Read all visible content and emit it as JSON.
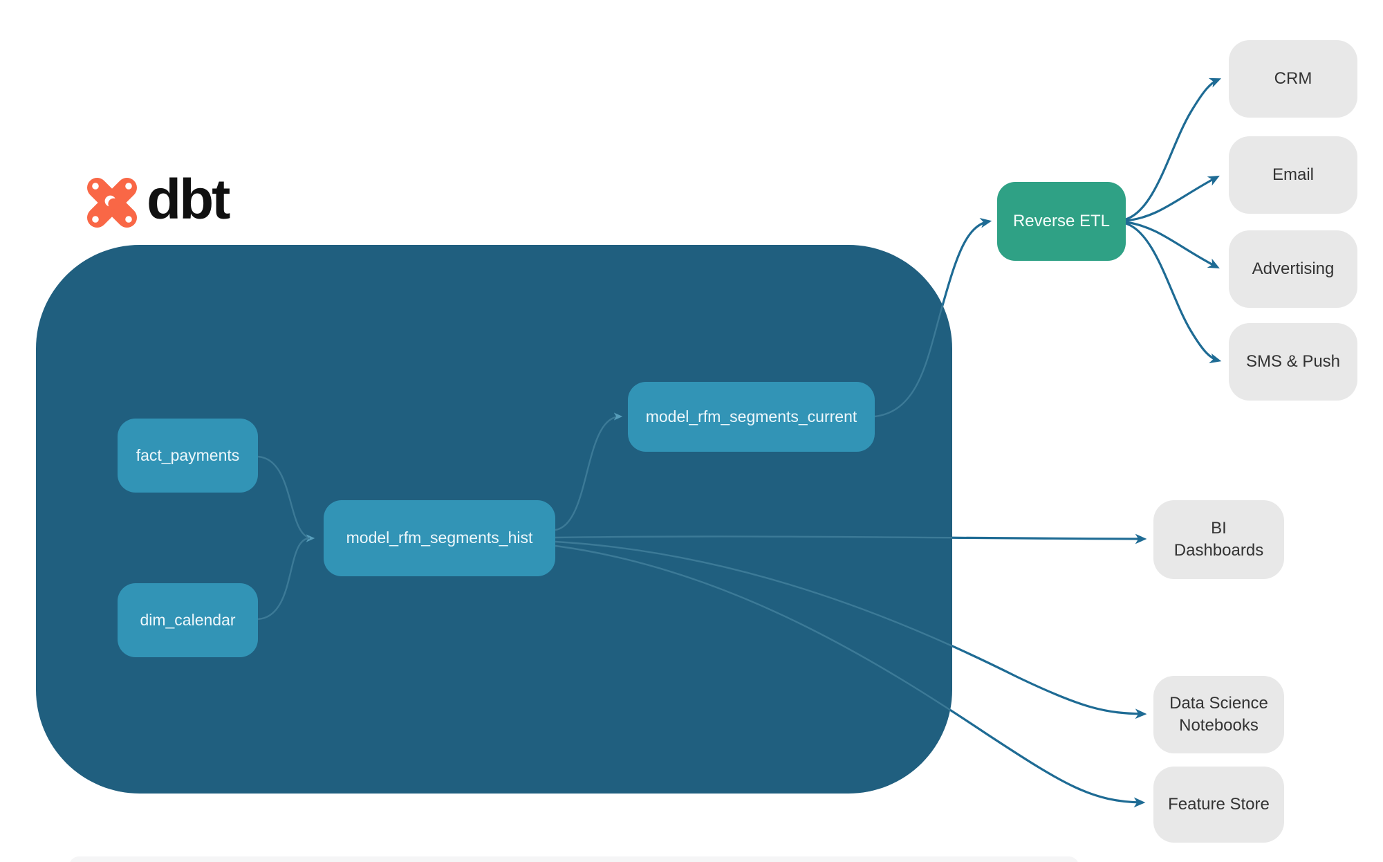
{
  "brand": {
    "name": "dbt"
  },
  "colors": {
    "warehouse_container": "#205F7F",
    "node_teal": "#3294B6",
    "node_green": "#2FA185",
    "node_gray": "#E8E8E8",
    "edge_outer": "#1E6B94",
    "edge_inner": "#3C7A97",
    "logo_orange": "#F96746"
  },
  "nodes": {
    "fact_payments": {
      "label": "fact_payments"
    },
    "dim_calendar": {
      "label": "dim_calendar"
    },
    "model_rfm_segments_hist": {
      "label": "model_rfm_segments_hist"
    },
    "model_rfm_segments_current": {
      "label": "model_rfm_segments_current"
    },
    "reverse_etl": {
      "label": "Reverse ETL"
    },
    "crm": {
      "label": "CRM"
    },
    "email": {
      "label": "Email"
    },
    "advertising": {
      "label": "Advertising"
    },
    "sms_push": {
      "label": "SMS & Push"
    },
    "bi_dashboards": {
      "label": "BI Dashboards"
    },
    "data_science_notebooks": {
      "label": "Data Science Notebooks"
    },
    "feature_store": {
      "label": "Feature Store"
    }
  },
  "edges": [
    {
      "from": "fact_payments",
      "to": "model_rfm_segments_hist"
    },
    {
      "from": "dim_calendar",
      "to": "model_rfm_segments_hist"
    },
    {
      "from": "model_rfm_segments_hist",
      "to": "model_rfm_segments_current"
    },
    {
      "from": "model_rfm_segments_current",
      "to": "reverse_etl"
    },
    {
      "from": "reverse_etl",
      "to": "crm"
    },
    {
      "from": "reverse_etl",
      "to": "email"
    },
    {
      "from": "reverse_etl",
      "to": "advertising"
    },
    {
      "from": "reverse_etl",
      "to": "sms_push"
    },
    {
      "from": "model_rfm_segments_hist",
      "to": "bi_dashboards"
    },
    {
      "from": "model_rfm_segments_hist",
      "to": "data_science_notebooks"
    },
    {
      "from": "model_rfm_segments_hist",
      "to": "feature_store"
    }
  ]
}
